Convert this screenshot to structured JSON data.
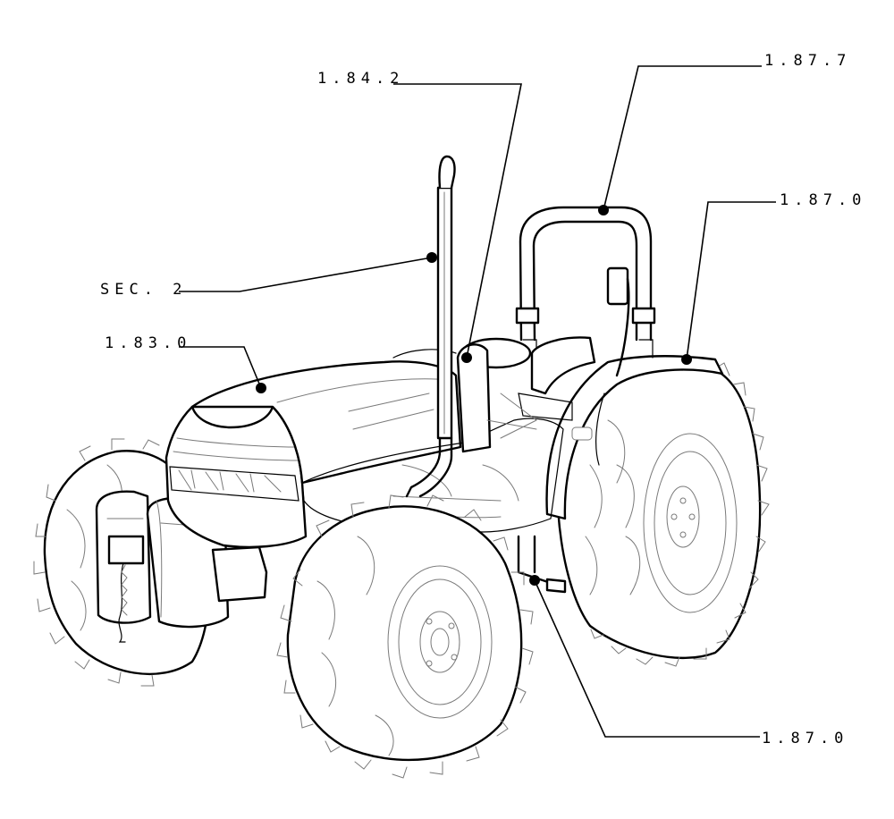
{
  "callouts": [
    {
      "id": "exhaust",
      "label": "1.84.2"
    },
    {
      "id": "rops",
      "label": "1.87.7"
    },
    {
      "id": "rear-fender",
      "label": "1.87.0"
    },
    {
      "id": "muffler",
      "label": "SEC. 2"
    },
    {
      "id": "hood",
      "label": "1.83.0"
    },
    {
      "id": "step",
      "label": "1.87.0"
    }
  ]
}
